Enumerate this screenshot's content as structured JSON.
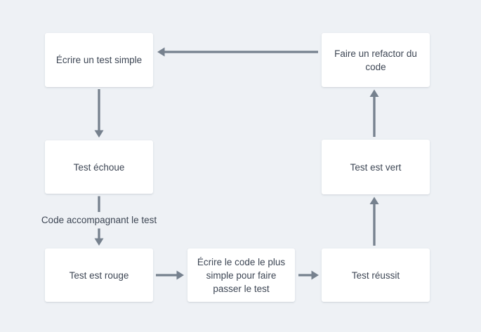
{
  "theme": {
    "background": "#eef1f5",
    "node_background": "#ffffff",
    "arrow_color": "#76818e",
    "text_color": "#3d4654"
  },
  "diagram": {
    "type": "flowchart",
    "nodes": [
      {
        "id": "ecrire-test-simple",
        "label": "Écrire un test simple"
      },
      {
        "id": "test-echoue",
        "label": "Test échoue"
      },
      {
        "id": "test-est-rouge",
        "label": "Test est rouge"
      },
      {
        "id": "ecrire-code-simple",
        "label": "Écrire le code le plus simple pour faire passer le test"
      },
      {
        "id": "test-reussit",
        "label": "Test réussit"
      },
      {
        "id": "test-est-vert",
        "label": "Test est vert"
      },
      {
        "id": "refactor-code",
        "label": "Faire un refactor du code"
      }
    ],
    "edges": [
      {
        "from": "ecrire-test-simple",
        "to": "test-echoue",
        "label": ""
      },
      {
        "from": "test-echoue",
        "to": "test-est-rouge",
        "label": "Code accompagnant le test"
      },
      {
        "from": "test-est-rouge",
        "to": "ecrire-code-simple",
        "label": ""
      },
      {
        "from": "ecrire-code-simple",
        "to": "test-reussit",
        "label": ""
      },
      {
        "from": "test-reussit",
        "to": "test-est-vert",
        "label": ""
      },
      {
        "from": "test-est-vert",
        "to": "refactor-code",
        "label": ""
      },
      {
        "from": "refactor-code",
        "to": "ecrire-test-simple",
        "label": ""
      }
    ]
  }
}
